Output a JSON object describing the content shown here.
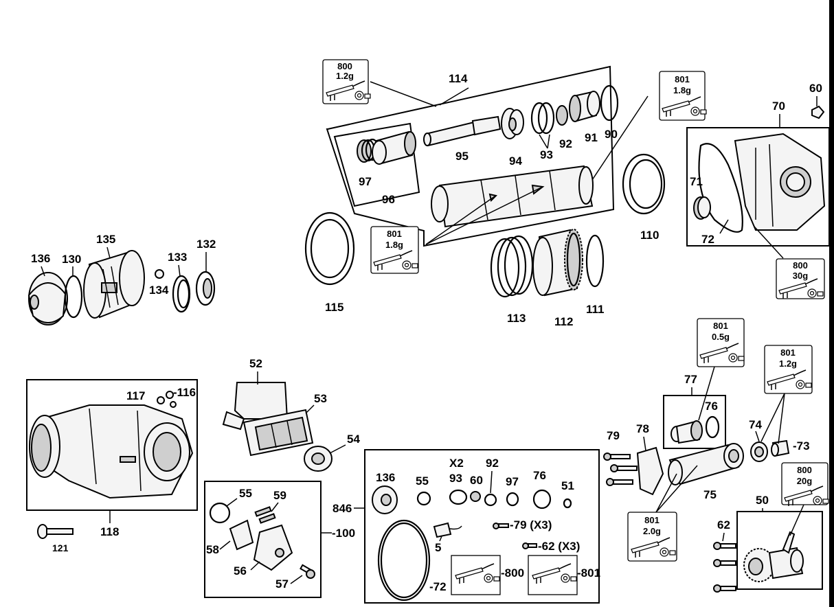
{
  "parts": {
    "p114": "114",
    "p95": "95",
    "p94": "94",
    "p93": "93",
    "p92": "92",
    "p91": "91",
    "p90": "90",
    "p97": "97",
    "p96": "96",
    "p110": "110",
    "p115": "115",
    "p113": "113",
    "p112": "112",
    "p111": "111",
    "p60": "60",
    "p70": "70",
    "p71": "71",
    "p72": "72",
    "p135": "135",
    "p136": "136",
    "p130": "130",
    "p133": "133",
    "p132": "132",
    "p134": "134",
    "p52": "52",
    "p53": "53",
    "p54": "54",
    "p117": "117",
    "p116": "-116",
    "p118": "118",
    "p121": "121",
    "p55": "55",
    "p59": "59",
    "p58": "58",
    "p56": "56",
    "p57": "57",
    "p100": "-100",
    "p846": "846",
    "k136": "136",
    "k55": "55",
    "k93": "93",
    "x2": "X2",
    "k60": "60",
    "k92": "92",
    "k97": "97",
    "k76": "76",
    "k51": "51",
    "k5": "5",
    "k79": "-79 (X3)",
    "k62": "-62 (X3)",
    "k72": "-72",
    "k800": "-800",
    "k801": "-801",
    "p77": "77",
    "p76": "76",
    "p79": "79",
    "p78": "78",
    "p74": "74",
    "p73": "-73",
    "p75": "75",
    "p62": "62",
    "p50": "50"
  },
  "lubricants": [
    {
      "code": "800",
      "amount": "1.2g"
    },
    {
      "code": "801",
      "amount": "1.8g"
    },
    {
      "code": "801",
      "amount": "1.8g"
    },
    {
      "code": "800",
      "amount": "30g"
    },
    {
      "code": "801",
      "amount": "0.5g"
    },
    {
      "code": "801",
      "amount": "1.2g"
    },
    {
      "code": "801",
      "amount": "2.0g"
    },
    {
      "code": "800",
      "amount": "20g"
    }
  ]
}
